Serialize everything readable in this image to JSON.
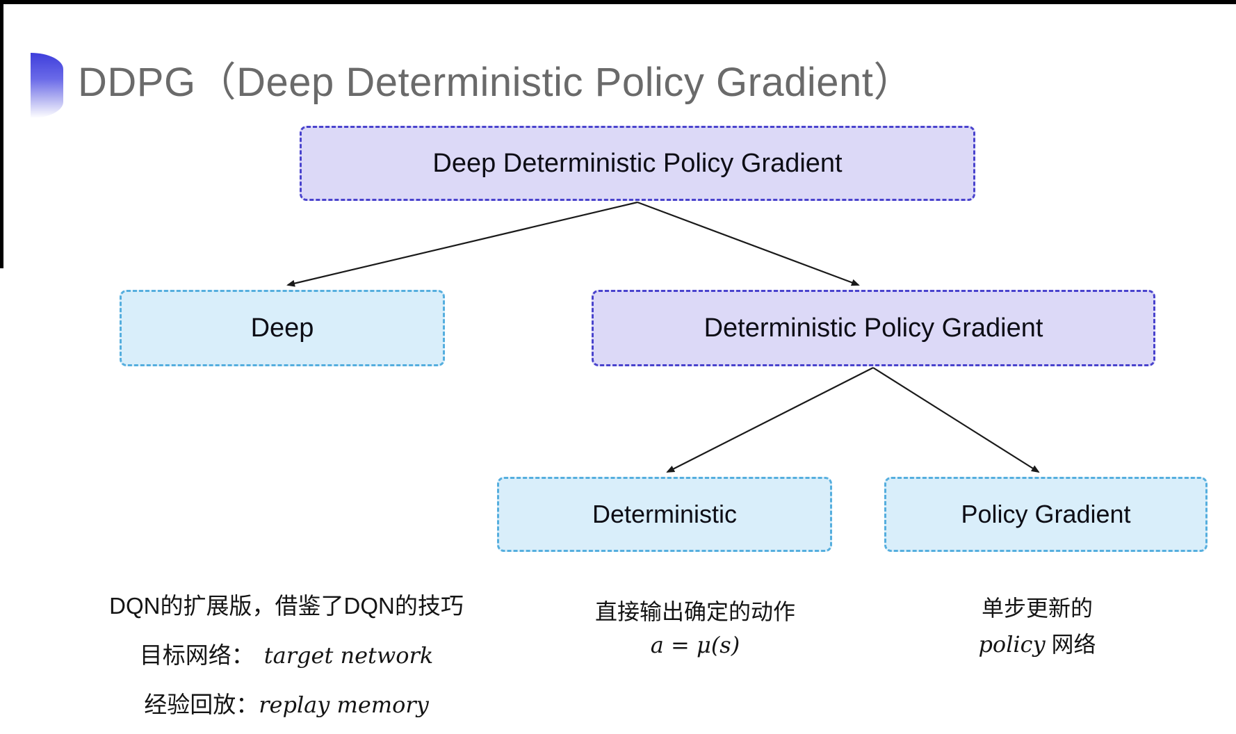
{
  "title": {
    "text": "DDPG（Deep Deterministic Policy Gradient）"
  },
  "tree": {
    "root": {
      "label": "Deep Deterministic Policy Gradient"
    },
    "level2": [
      {
        "label": "Deep"
      },
      {
        "label": "Deterministic Policy Gradient"
      }
    ],
    "level3": [
      {
        "label": "Deterministic"
      },
      {
        "label": "Policy Gradient"
      }
    ]
  },
  "notes": {
    "deep": {
      "line1": "DQN的扩展版，借鉴了DQN的技巧",
      "line2_label": "目标网络：",
      "line2_term": "target network",
      "line3_label": "经验回放：",
      "line3_term": "replay memory"
    },
    "deterministic": {
      "line1": "直接输出确定的动作",
      "formula": "a = μ(s)"
    },
    "policy_gradient": {
      "line1": "单步更新的",
      "line2_term": "policy",
      "line2_suffix": " 网络"
    }
  },
  "colors": {
    "purple_box_bg": "#dcd9f7",
    "purple_box_border": "#4943cd",
    "blue_box_bg": "#d9eefa",
    "blue_box_border": "#55aede",
    "arrow": "#1a1a1a",
    "title_text": "#6a6a6a",
    "bullet_gradient_top": "#3e3edb"
  }
}
